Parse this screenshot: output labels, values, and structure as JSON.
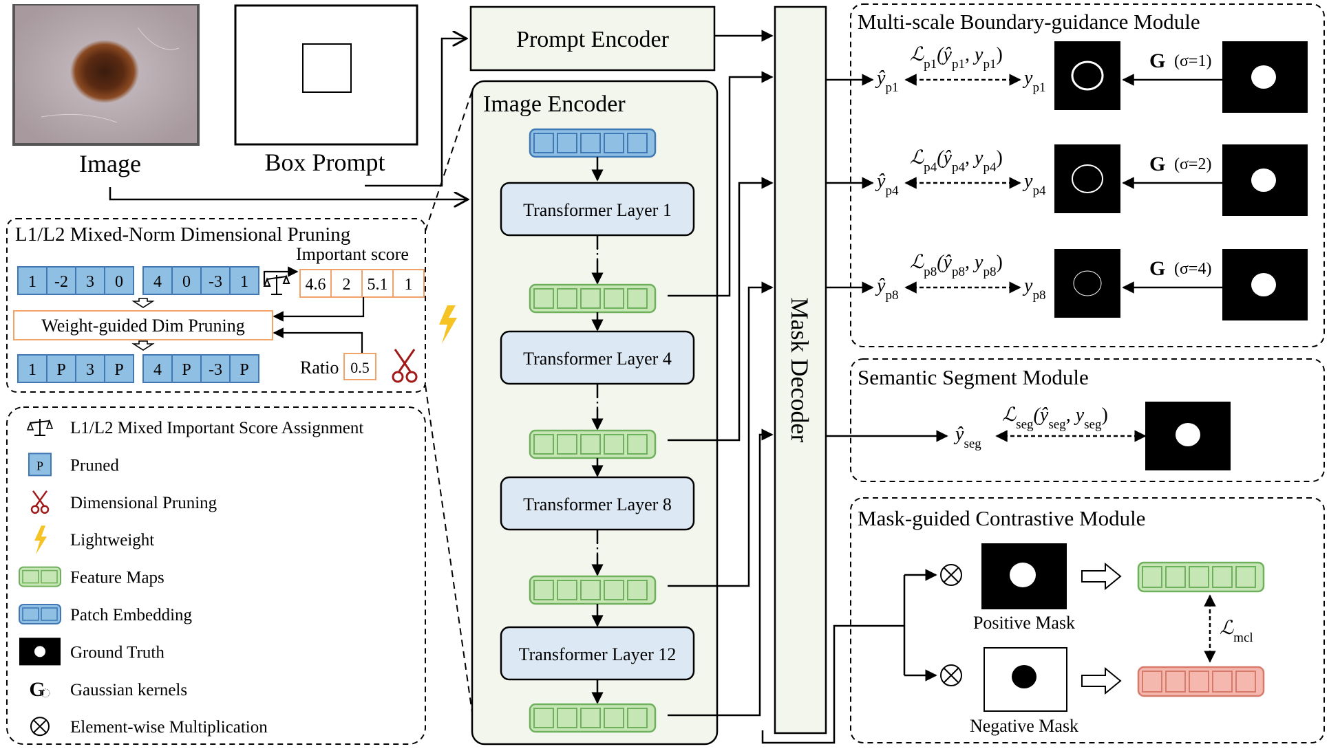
{
  "inputs": {
    "image_label": "Image",
    "box_prompt_label": "Box Prompt"
  },
  "pruning": {
    "title": "L1/L2 Mixed-Norm Dimensional Pruning",
    "important_score_label": "Important score",
    "weights_left": [
      "1",
      "-2",
      "3",
      "0"
    ],
    "weights_right": [
      "4",
      "0",
      "-3",
      "1"
    ],
    "scores": [
      "4.6",
      "2",
      "5.1",
      "1"
    ],
    "weight_guided_label": "Weight-guided Dim Pruning",
    "pruned_left": [
      "1",
      "P",
      "3",
      "P"
    ],
    "pruned_right": [
      "4",
      "P",
      "-3",
      "P"
    ],
    "ratio_label": "Ratio",
    "ratio_value": "0.5"
  },
  "legend": {
    "items": [
      {
        "icon": "balance-scale-icon",
        "label": "L1/L2 Mixed Important Score Assignment"
      },
      {
        "icon": "pruned-token-icon",
        "label": "Pruned",
        "glyph": "P"
      },
      {
        "icon": "scissors-icon",
        "label": "Dimensional Pruning"
      },
      {
        "icon": "lightning-icon",
        "label": "Lightweight"
      },
      {
        "icon": "feature-maps-icon",
        "label": "Feature Maps"
      },
      {
        "icon": "patch-embedding-icon",
        "label": "Patch Embedding"
      },
      {
        "icon": "ground-truth-icon",
        "label": "Ground Truth"
      },
      {
        "icon": "gaussian-kernel-icon",
        "label": "Gaussian kernels"
      },
      {
        "icon": "element-wise-multiplication-icon",
        "label": "Element-wise Multiplication"
      }
    ]
  },
  "encoder": {
    "prompt_encoder": "Prompt Encoder",
    "image_encoder": "Image Encoder",
    "layers": [
      "Transformer Layer 1",
      "Transformer Layer 4",
      "Transformer Layer 8",
      "Transformer Layer 12"
    ],
    "mask_decoder": "Mask Decoder"
  },
  "boundary": {
    "title": "Multi-scale Boundary-guidance Module",
    "rows": [
      {
        "p": "1",
        "sigma": "(σ=1)"
      },
      {
        "p": "4",
        "sigma": "(σ=2)"
      },
      {
        "p": "8",
        "sigma": "(σ=4)"
      }
    ]
  },
  "semantic": {
    "title": "Semantic Segment Module",
    "subscript": "seg"
  },
  "contrastive": {
    "title": "Mask-guided Contrastive Module",
    "positive_mask": "Positive Mask",
    "negative_mask": "Negative Mask",
    "loss_subscript": "mcl"
  },
  "colors": {
    "patch_fill": "#8fbfe3",
    "patch_stroke": "#3f78b5",
    "feature_fill": "#c7e6b6",
    "feature_stroke": "#6fb05c",
    "layer_fill": "#dce9f4",
    "module_fill": "#f3f6ec",
    "negative_fill": "#f4b8ae",
    "negative_stroke": "#d77a6a",
    "score_stroke": "#f2a36a",
    "scissors": "#a01818",
    "lightning": "#f6c324"
  }
}
